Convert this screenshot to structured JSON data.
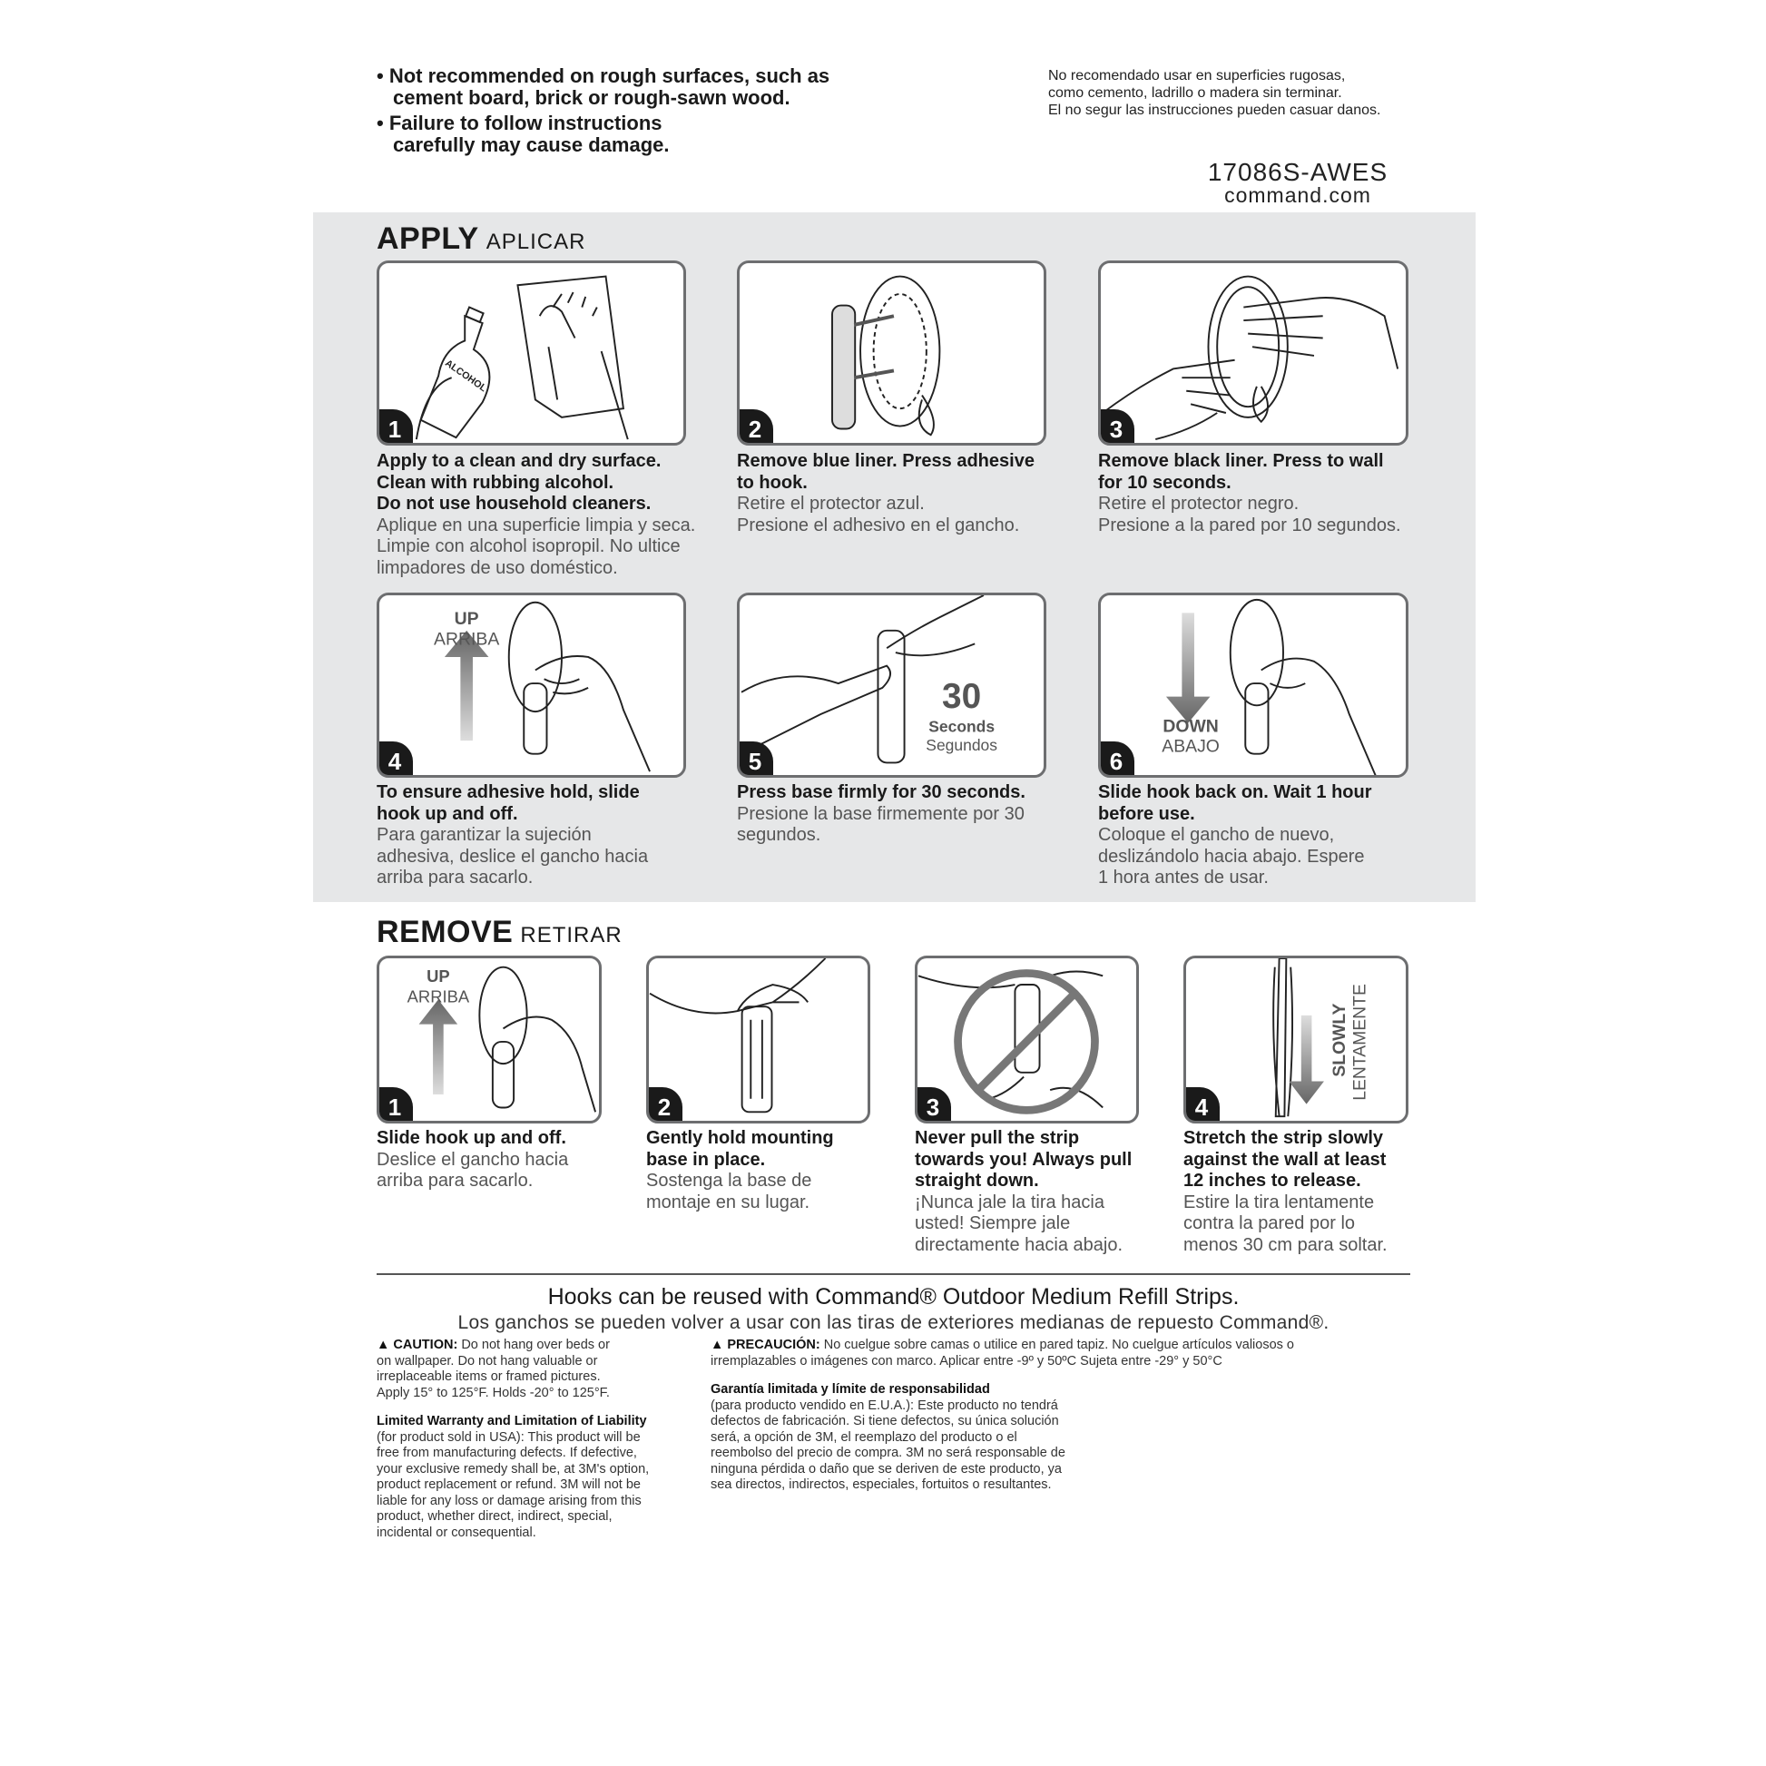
{
  "top": {
    "bullets": [
      "Not recommended on rough surfaces, such as\ncement board, brick or rough-sawn wood.",
      "Failure to follow instructions\ncarefully may cause damage."
    ],
    "spanish_note": "No recomendado usar en superficies rugosas,\ncomo cemento, ladrillo o madera sin terminar.\nEl no segur las instrucciones pueden casuar danos.",
    "product_code": "17086S-AWES",
    "website": "command.com"
  },
  "apply": {
    "title": "APPLY",
    "title_es": "APLICAR",
    "steps": [
      {
        "num": "1",
        "en": "Apply to a clean and dry surface.\nClean with rubbing alcohol.\nDo not use household cleaners.",
        "es": "Aplique en una superficie limpia y seca.\nLimpie con alcohol isopropil. No ultice\nlimpadores de uso doméstico.",
        "label": "ALCOHOL"
      },
      {
        "num": "2",
        "en": "Remove blue liner. Press adhesive\nto hook.",
        "es": "Retire el protector azul.\nPresione el adhesivo en el gancho."
      },
      {
        "num": "3",
        "en": "Remove black liner. Press to wall\nfor 10 seconds.",
        "es": "Retire el protector negro.\nPresione a la pared por 10 segundos."
      },
      {
        "num": "4",
        "en": "To ensure adhesive hold, slide\nhook up and off.",
        "es": "Para garantizar la sujeción\nadhesiva, deslice el gancho hacia\narriba para sacarlo.",
        "label": "UP",
        "label_es": "ARRIBA"
      },
      {
        "num": "5",
        "en": "Press base firmly for 30 seconds.",
        "es": "Presione la base firmemente por 30\nsegundos.",
        "label": "30",
        "label2": "Seconds",
        "label_es": "Segundos"
      },
      {
        "num": "6",
        "en": "Slide hook back on. Wait 1 hour\nbefore use.",
        "es": "Coloque el gancho de nuevo,\ndeslizándolo hacia abajo. Espere\n1 hora antes de usar.",
        "label": "DOWN",
        "label_es": "ABAJO"
      }
    ]
  },
  "remove": {
    "title": "REMOVE",
    "title_es": "RETIRAR",
    "steps": [
      {
        "num": "1",
        "en": "Slide hook up and off.",
        "es": "Deslice el gancho hacia\narriba para sacarlo.",
        "label": "UP",
        "label_es": "ARRIBA"
      },
      {
        "num": "2",
        "en": "Gently hold mounting\nbase in place.",
        "es": "Sostenga la base de\nmontaje en su lugar."
      },
      {
        "num": "3",
        "en": "Never pull the strip\ntowards you! Always pull\nstraight down.",
        "es": "¡Nunca jale la tira hacia\nusted! Siempre jale\ndirectamente hacia abajo."
      },
      {
        "num": "4",
        "en": "Stretch the strip slowly\nagainst the wall at least\n12 inches to release.",
        "es": "Estire la tira lentamente\ncontra la pared por lo\nmenos 30 cm para soltar.",
        "label": "SLOWLY",
        "label_es": "LENTAMENTE"
      }
    ]
  },
  "reuse": {
    "en": "Hooks can be reused with Command® Outdoor Medium Refill Strips.",
    "es": "Los ganchos se pueden volver a usar con las tiras de exteriores medianas de repuesto Command®."
  },
  "caution": {
    "label": "CAUTION:",
    "text": "Do not hang over beds or\non wallpaper. Do not hang valuable or\nirreplaceable items or framed pictures.\nApply 15° to 125°F. Holds -20° to 125°F."
  },
  "warranty": {
    "title": "Limited Warranty and Limitation of Liability",
    "text": "(for product sold in USA): This product will be\nfree from manufacturing defects. If defective,\nyour exclusive remedy shall be, at 3M's option,\nproduct replacement or refund. 3M will not be\nliable for any loss or damage arising from this\nproduct, whether direct, indirect, special,\nincidental or consequential."
  },
  "precaucion": {
    "label": "PRECAUCIÓN:",
    "text": "No cuelgue sobre camas o utilice en pared tapiz. No cuelgue artículos valiosos o\nirremplazables o imágenes con marco. Aplicar entre -9º y 50ºC Sujeta entre -29° y 50°C"
  },
  "garantia": {
    "title": "Garantía limitada y límite de responsabilidad",
    "text": "(para producto vendido en E.U.A.): Este producto no tendrá\ndefectos de fabricación. Si tiene defectos, su única solución\nserá, a opción de 3M, el reemplazo del producto o el\nreembolso del precio de compra. 3M no será responsable de\nninguna pérdida o daño que se deriven de este producto, ya\nsea directos, indirectos, especiales, fortuitos o resultantes."
  }
}
